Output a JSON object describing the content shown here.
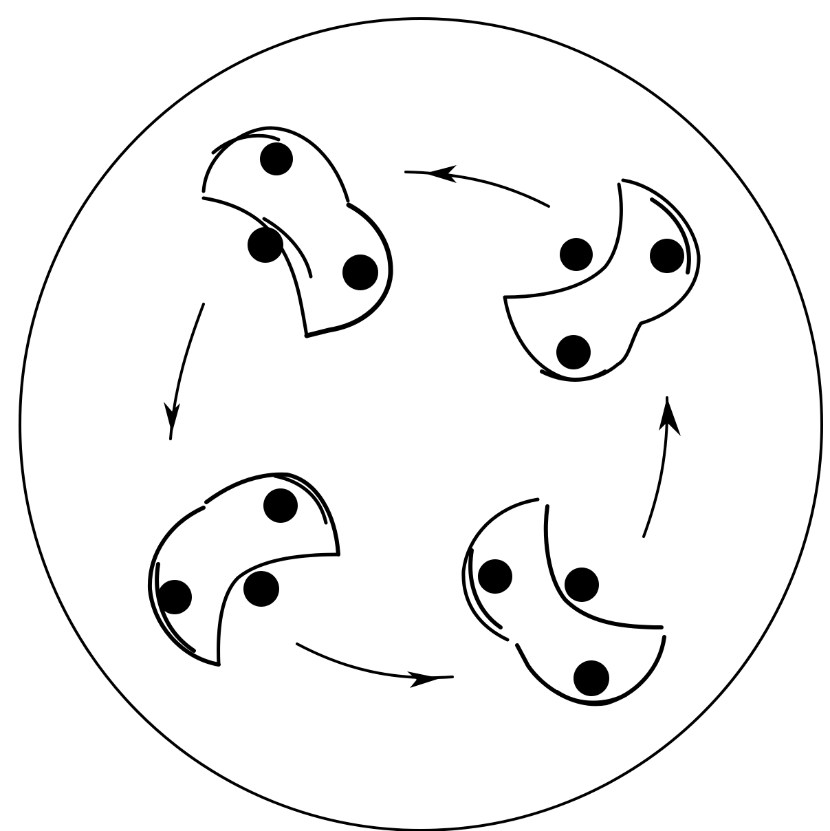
{
  "figure": {
    "ink_color": "#000000",
    "background_color": "#ffffff",
    "rotation_direction": "counterclockwise",
    "shape_count": 4,
    "dots_per_shape": 3,
    "arrow_count": 4
  }
}
